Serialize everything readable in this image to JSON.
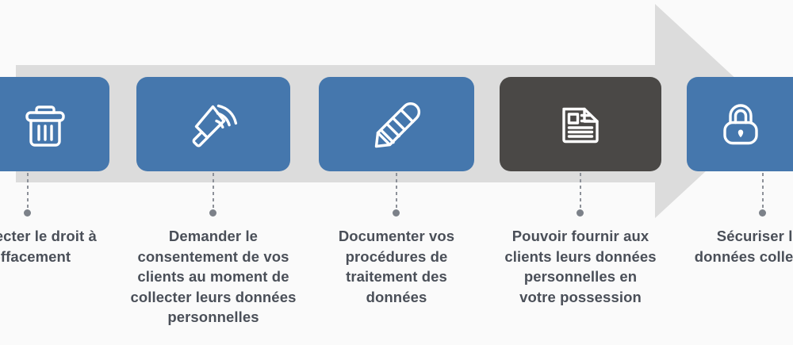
{
  "page": {
    "background_color": "#fafafa",
    "text_color": "#4a4f58",
    "arrow_color": "#dcdcdc",
    "card_color": "#4577ad",
    "card_highlight_color": "#4a4846",
    "connector_color": "#8d9199"
  },
  "steps": [
    {
      "id": "step-1",
      "icon": "trash-icon",
      "label": "Respecter le droit à\nl'effacement",
      "highlighted": false,
      "clipped": "left"
    },
    {
      "id": "step-2",
      "icon": "megaphone-icon",
      "label": "Demander le\nconsentement de vos\nclients au moment de\ncollecter leurs données\npersonnelles",
      "highlighted": false,
      "clipped": "none"
    },
    {
      "id": "step-3",
      "icon": "pencil-icon",
      "label": "Documenter vos\nprocédures de\ntraitement des\ndonnées",
      "highlighted": false,
      "clipped": "none"
    },
    {
      "id": "step-4",
      "icon": "document-icon",
      "label": "Pouvoir fournir aux\nclients leurs données\npersonnelles en\nvotre possession",
      "highlighted": true,
      "clipped": "none"
    },
    {
      "id": "step-5",
      "icon": "lock-icon",
      "label": "Sécuriser les\ndonnées collectées",
      "highlighted": false,
      "clipped": "right"
    }
  ]
}
